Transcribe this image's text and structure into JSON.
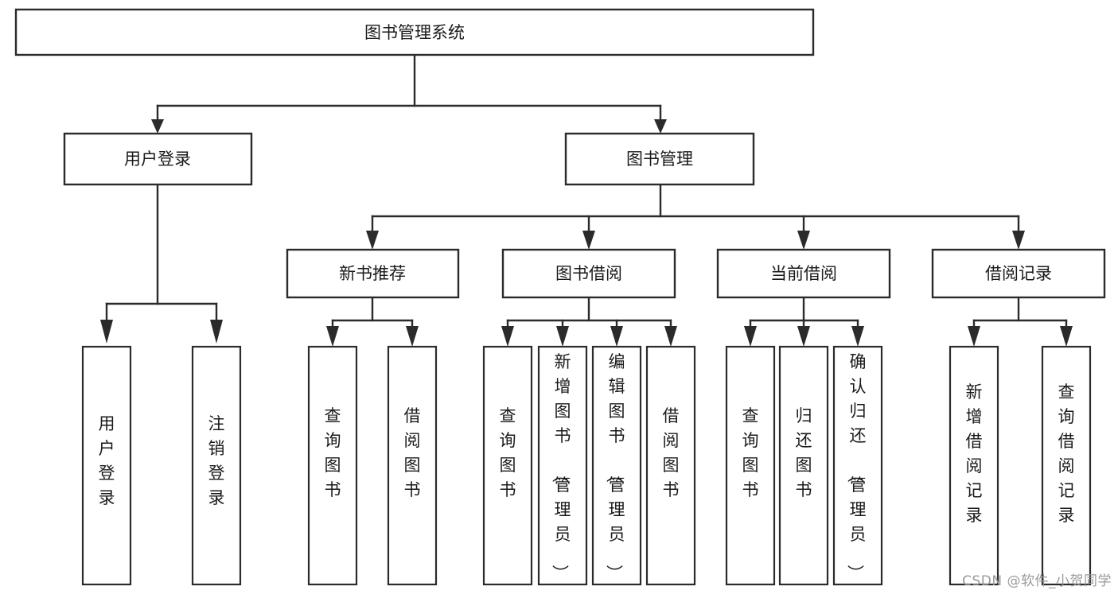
{
  "diagram": {
    "type": "tree",
    "title": "图书管理系统",
    "orientation": "top-down",
    "root": {
      "id": "root",
      "label": "图书管理系统"
    },
    "level2": [
      {
        "id": "user-login",
        "label": "用户登录"
      },
      {
        "id": "book-manage",
        "label": "图书管理"
      }
    ],
    "level3": [
      {
        "id": "new-book-recommend",
        "label": "新书推荐",
        "parent": "book-manage"
      },
      {
        "id": "book-borrow",
        "label": "图书借阅",
        "parent": "book-manage"
      },
      {
        "id": "current-borrow",
        "label": "当前借阅",
        "parent": "book-manage"
      },
      {
        "id": "borrow-record",
        "label": "借阅记录",
        "parent": "book-manage"
      }
    ],
    "leaves": {
      "user-login": [
        {
          "id": "leaf-user-login",
          "label": "用户登录"
        },
        {
          "id": "leaf-logout",
          "label": "注销登录"
        }
      ],
      "new-book-recommend": [
        {
          "id": "leaf-query-book-1",
          "label": "查询图书"
        },
        {
          "id": "leaf-borrow-book-1",
          "label": "借阅图书"
        }
      ],
      "book-borrow": [
        {
          "id": "leaf-query-book-2",
          "label": "查询图书"
        },
        {
          "id": "leaf-add-book",
          "label": "新增图书（管理员）"
        },
        {
          "id": "leaf-edit-book",
          "label": "编辑图书（管理员）"
        },
        {
          "id": "leaf-borrow-book-2",
          "label": "借阅图书"
        }
      ],
      "current-borrow": [
        {
          "id": "leaf-query-book-3",
          "label": "查询图书"
        },
        {
          "id": "leaf-return-book",
          "label": "归还图书"
        },
        {
          "id": "leaf-confirm-return",
          "label": "确认归还（管理员）"
        }
      ],
      "borrow-record": [
        {
          "id": "leaf-add-record",
          "label": "新增借阅记录"
        },
        {
          "id": "leaf-query-record",
          "label": "查询借阅记录"
        }
      ]
    },
    "colors": {
      "box_stroke": "#2b2b2b",
      "box_fill": "#ffffff",
      "text": "#1a1a1a",
      "background": "#ffffff",
      "watermark": "#9a9a9a"
    }
  },
  "watermark": {
    "text": "CSDN @软件_小贺同学"
  }
}
